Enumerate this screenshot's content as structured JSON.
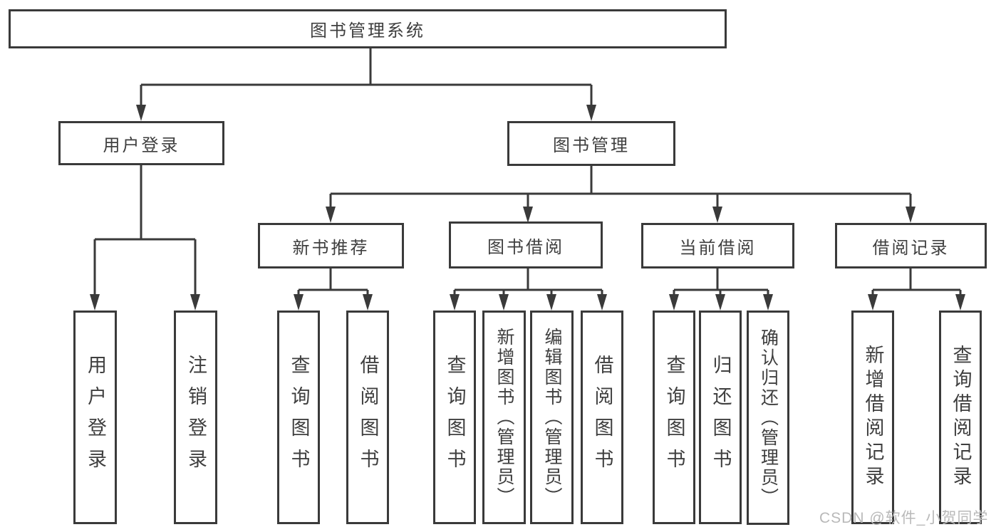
{
  "colors": {
    "line": "#3a3a3a",
    "ink": "#3f3f3f",
    "watermark": "#b9b9b9"
  },
  "diagram": {
    "nodes": {
      "root": "图书管理系统",
      "userLogin": "用户登录",
      "bookMgmt": "图书管理",
      "newBookRec": "新书推荐",
      "bookBorrow": "图书借阅",
      "currentBorrow": "当前借阅",
      "borrowRecord": "借阅记录",
      "leafUserLogin": "用户登录",
      "leafLogout": "注销登录",
      "leafQueryBook1": "查询图书",
      "leafBorrowBook1": "借阅图书",
      "leafQueryBook2": "查询图书",
      "leafAddBook": "新增图书（管理员）",
      "leafEditBook": "编辑图书（管理员）",
      "leafBorrowBook2": "借阅图书",
      "leafQueryBook3": "查询图书",
      "leafReturnBook": "归还图书",
      "leafConfirmReturn": "确认归还（管理员）",
      "leafAddRecord": "新增借阅记录",
      "leafQueryRecord": "查询借阅记录"
    }
  },
  "watermark": {
    "text": "CSDN @软件_小贺同学"
  }
}
